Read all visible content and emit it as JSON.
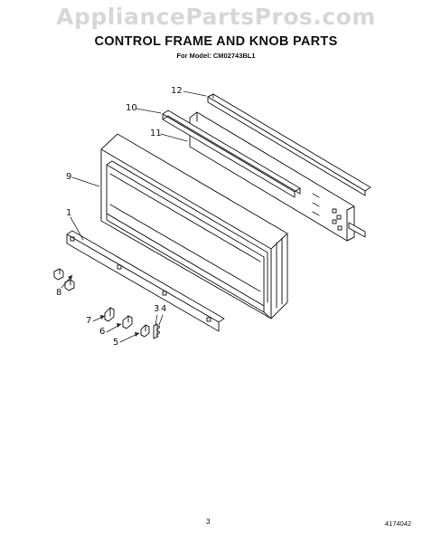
{
  "watermark": "AppliancePartsPros.com",
  "header": {
    "title": "CONTROL FRAME AND KNOB PARTS",
    "subtitle": "For Model: CM02743BL1"
  },
  "callouts": {
    "c1": "1",
    "c3": "3",
    "c4": "4",
    "c5": "5",
    "c6": "6",
    "c7": "7",
    "c8": "8",
    "c9": "9",
    "c10": "10",
    "c11": "11",
    "c12": "12"
  },
  "footer": {
    "page_number": "3",
    "part_number": "4174042"
  }
}
